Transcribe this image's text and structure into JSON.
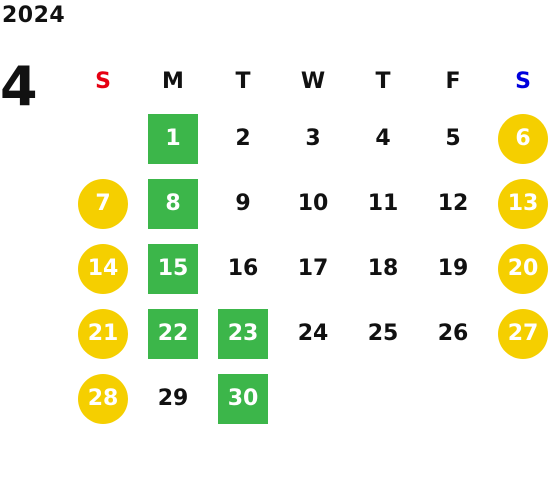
{
  "year": "2024",
  "month": "4",
  "colors": {
    "sunday_header": "#e60012",
    "saturday_header": "#0000dd",
    "weekend_marker": "#f5cf00",
    "green_marker": "#3cb64a",
    "text": "#111111",
    "marker_text": "#ffffff"
  },
  "weekdays": [
    {
      "label": "S",
      "kind": "sunday"
    },
    {
      "label": "M",
      "kind": "normal"
    },
    {
      "label": "T",
      "kind": "normal"
    },
    {
      "label": "W",
      "kind": "normal"
    },
    {
      "label": "T",
      "kind": "normal"
    },
    {
      "label": "F",
      "kind": "normal"
    },
    {
      "label": "S",
      "kind": "saturday"
    }
  ],
  "weeks": [
    [
      {
        "day": "",
        "mark": "none"
      },
      {
        "day": "1",
        "mark": "green"
      },
      {
        "day": "2",
        "mark": "none"
      },
      {
        "day": "3",
        "mark": "none"
      },
      {
        "day": "4",
        "mark": "none"
      },
      {
        "day": "5",
        "mark": "none"
      },
      {
        "day": "6",
        "mark": "yellow"
      }
    ],
    [
      {
        "day": "7",
        "mark": "yellow"
      },
      {
        "day": "8",
        "mark": "green"
      },
      {
        "day": "9",
        "mark": "none"
      },
      {
        "day": "10",
        "mark": "none"
      },
      {
        "day": "11",
        "mark": "none"
      },
      {
        "day": "12",
        "mark": "none"
      },
      {
        "day": "13",
        "mark": "yellow"
      }
    ],
    [
      {
        "day": "14",
        "mark": "yellow"
      },
      {
        "day": "15",
        "mark": "green"
      },
      {
        "day": "16",
        "mark": "none"
      },
      {
        "day": "17",
        "mark": "none"
      },
      {
        "day": "18",
        "mark": "none"
      },
      {
        "day": "19",
        "mark": "none"
      },
      {
        "day": "20",
        "mark": "yellow"
      }
    ],
    [
      {
        "day": "21",
        "mark": "yellow"
      },
      {
        "day": "22",
        "mark": "green"
      },
      {
        "day": "23",
        "mark": "green"
      },
      {
        "day": "24",
        "mark": "none"
      },
      {
        "day": "25",
        "mark": "none"
      },
      {
        "day": "26",
        "mark": "none"
      },
      {
        "day": "27",
        "mark": "yellow"
      }
    ],
    [
      {
        "day": "28",
        "mark": "yellow"
      },
      {
        "day": "29",
        "mark": "none"
      },
      {
        "day": "30",
        "mark": "green"
      },
      {
        "day": "",
        "mark": "none"
      },
      {
        "day": "",
        "mark": "none"
      },
      {
        "day": "",
        "mark": "none"
      },
      {
        "day": "",
        "mark": "none"
      }
    ]
  ]
}
